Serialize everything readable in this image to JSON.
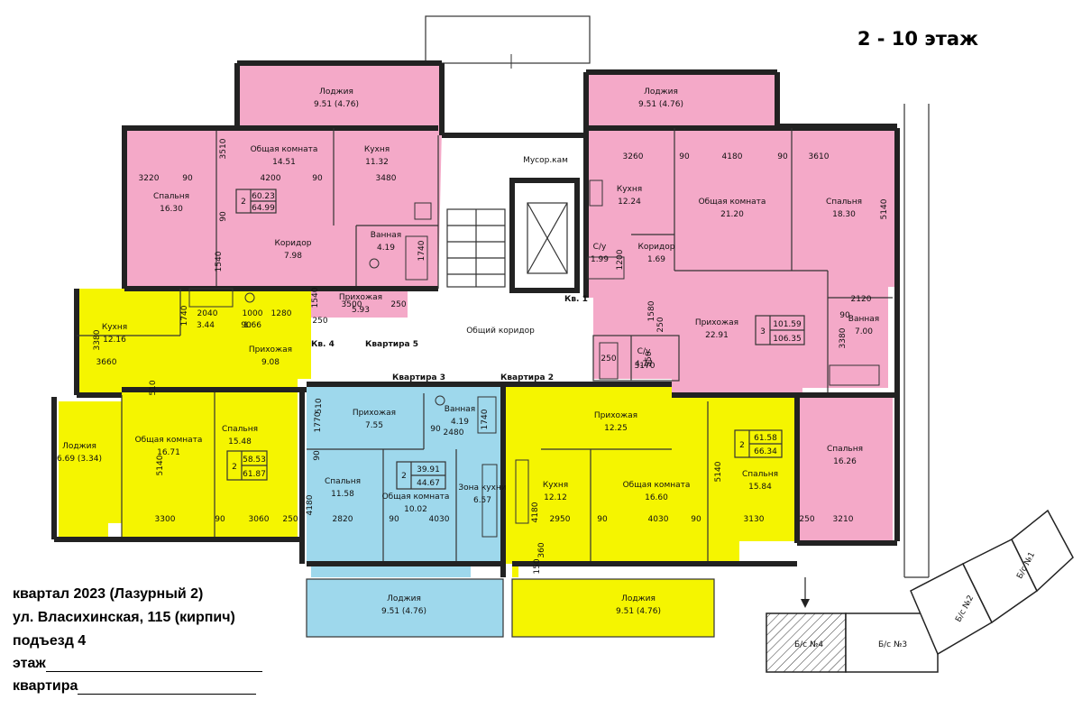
{
  "floor_label": "2 - 10 этаж",
  "info": {
    "block": "квартал 2023 (Лазурный 2)",
    "address": "ул. Власихинская, 115 (кирпич)",
    "entrance": "подъезд 4",
    "floor_field": "этаж",
    "apartment_field": "квартира"
  },
  "colors": {
    "pink": "#f4a9c8",
    "yellow": "#f5f500",
    "blue": "#9ed8ec"
  },
  "corridor": {
    "common": "Общий коридор",
    "trash": "Мусор.кам"
  },
  "tags": {
    "kv4": "Кв. 4",
    "kv5": "Квартира 5",
    "kv3": "Квартира 3",
    "kv2": "Квартира 2",
    "kv1": "Кв. 1"
  },
  "apartments": {
    "kv5": {
      "rooms": "2",
      "living": "60.23",
      "total": "64.99"
    },
    "kv1": {
      "rooms": "3",
      "living": "101.59",
      "total": "106.35"
    },
    "kv4": {
      "rooms": "2",
      "living": "58.53",
      "total": "61.87"
    },
    "kv3": {
      "rooms": "2",
      "living": "39.91",
      "total": "44.67"
    },
    "kv2": {
      "rooms": "2",
      "living": "61.58",
      "total": "66.34"
    }
  },
  "rooms": {
    "r5_loggia": [
      "Лоджия",
      "9.51 (4.76)"
    ],
    "r5_common": [
      "Общая комната",
      "14.51"
    ],
    "r5_kitchen": [
      "Кухня",
      "11.32"
    ],
    "r5_bed": [
      "Спальня",
      "16.30"
    ],
    "r5_hall": [
      "Коридор",
      "7.98"
    ],
    "r5_bath": [
      "Ванная",
      "4.19"
    ],
    "r5_entry": [
      "Прихожая",
      "5.93"
    ],
    "r1_loggia": [
      "Лоджия",
      "9.51 (4.76)"
    ],
    "r1_kitchen": [
      "Кухня",
      "12.24"
    ],
    "r1_common": [
      "Общая комната",
      "21.20"
    ],
    "r1_bed": [
      "Спальня",
      "18.30"
    ],
    "r1_wc": [
      "С/у",
      "1.99"
    ],
    "r1_hall": [
      "Коридор",
      "1.69"
    ],
    "r1_entry": [
      "Прихожая",
      "22.91"
    ],
    "r1_bath": [
      "Ванная",
      "7.00"
    ],
    "r1_su2": [
      "С/у",
      "4.77"
    ],
    "r1_bed2": [
      "Спальня",
      "16.26"
    ],
    "r4_kitchen": [
      "Кухня",
      "12.16"
    ],
    "r4_entry": [
      "Прихожая",
      "9.08"
    ],
    "r4_loggia": [
      "Лоджия",
      "6.69 (3.34)"
    ],
    "r4_common": [
      "Общая комната",
      "16.71"
    ],
    "r4_bed": [
      "Спальня",
      "15.48"
    ],
    "r3_entry": [
      "Прихожая",
      "7.55"
    ],
    "r3_bath": [
      "Ванная",
      "4.19"
    ],
    "r3_bed": [
      "Спальня",
      "11.58"
    ],
    "r3_common": [
      "Общая комната",
      "10.02"
    ],
    "r3_kzone": [
      "Зона кухни",
      "6.57"
    ],
    "r3_loggia": [
      "Лоджия",
      "9.51 (4.76)"
    ],
    "r2_entry": [
      "Прихожая",
      "12.25"
    ],
    "r2_kitchen": [
      "Кухня",
      "12.12"
    ],
    "r2_common": [
      "Общая комната",
      "16.60"
    ],
    "r2_bed": [
      "Спальня",
      "15.84"
    ],
    "r2_loggia": [
      "Лоджия",
      "9.51 (4.76)"
    ]
  },
  "small_areas": {
    "a344": "3.44",
    "a166": "1.66"
  },
  "dims": [
    "3220",
    "90",
    "4200",
    "90",
    "3480",
    "3510",
    "90",
    "1540",
    "1740",
    "1540",
    "3500",
    "250",
    "250",
    "3260",
    "90",
    "4180",
    "90",
    "3610",
    "5140",
    "1200",
    "1580",
    "250",
    "2120",
    "90",
    "3380",
    "3170",
    "550",
    "250",
    "2040",
    "1000",
    "1280",
    "90",
    "1740",
    "3380",
    "3660",
    "5140",
    "510",
    "3300",
    "90",
    "3060",
    "250",
    "1770",
    "510",
    "90",
    "2480",
    "1740",
    "90",
    "4180",
    "2820",
    "90",
    "4030",
    "5140",
    "4180",
    "2950",
    "90",
    "4030",
    "90",
    "3130",
    "250",
    "3210",
    "360",
    "150"
  ],
  "site": {
    "b4": "Б/с №4",
    "b3": "Б/с №3",
    "b2": "Б/с №2",
    "b1": "Б/с №1"
  }
}
